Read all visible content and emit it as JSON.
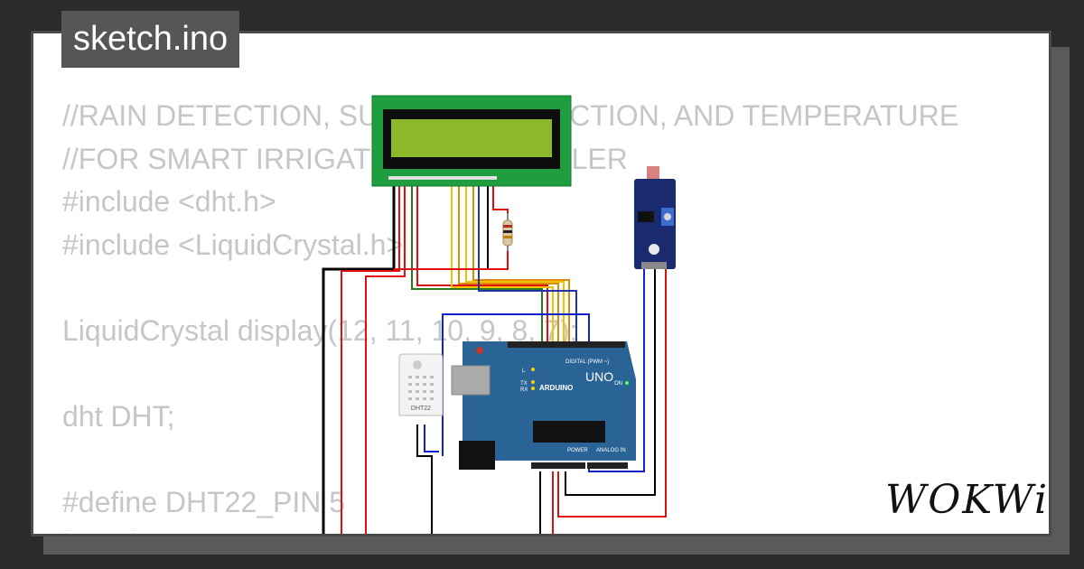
{
  "file_tab": {
    "label": "sketch.ino"
  },
  "code_lines": [
    "//RAIN DETECTION, SUNLIGHT DETECTION, AND TEMPERATURE",
    "//FOR SMART IRRIGATION CONTROLLER",
    "#include <dht.h>",
    "#include <LiquidCrystal.h>",
    "",
    "LiquidCrystal display(12, 11, 10, 9, 8, 7);",
    "",
    "dht DHT;",
    "",
    "#define DHT22_PIN 5",
    "int val;"
  ],
  "brand": {
    "logo_text": "WOKWi"
  },
  "components": {
    "arduino": {
      "model": "UNO",
      "brand": "ARDUINO",
      "digital_label": "DIGITAL (PWM ~)",
      "power_label": "POWER",
      "analog_label": "ANALOG IN",
      "on_label": "ON",
      "tx_label": "TX",
      "rx_label": "RX",
      "l_label": "L"
    },
    "dht_sensor": {
      "label": "DHT22"
    }
  },
  "colors": {
    "background": "#2b2b2b",
    "card": "#ffffff",
    "tab": "#565656",
    "code_text": "#c6c6c6",
    "lcd_board": "#1f9e3f",
    "lcd_screen": "#8db82a",
    "arduino": "#2a6496",
    "ldr_module": "#1a2a6e",
    "wire_red": "#d11",
    "wire_black": "#000",
    "wire_blue": "#1122cc",
    "wire_green": "#2a7a1a",
    "wire_yellow": "#f2c200",
    "wire_orange": "#e08a00"
  }
}
